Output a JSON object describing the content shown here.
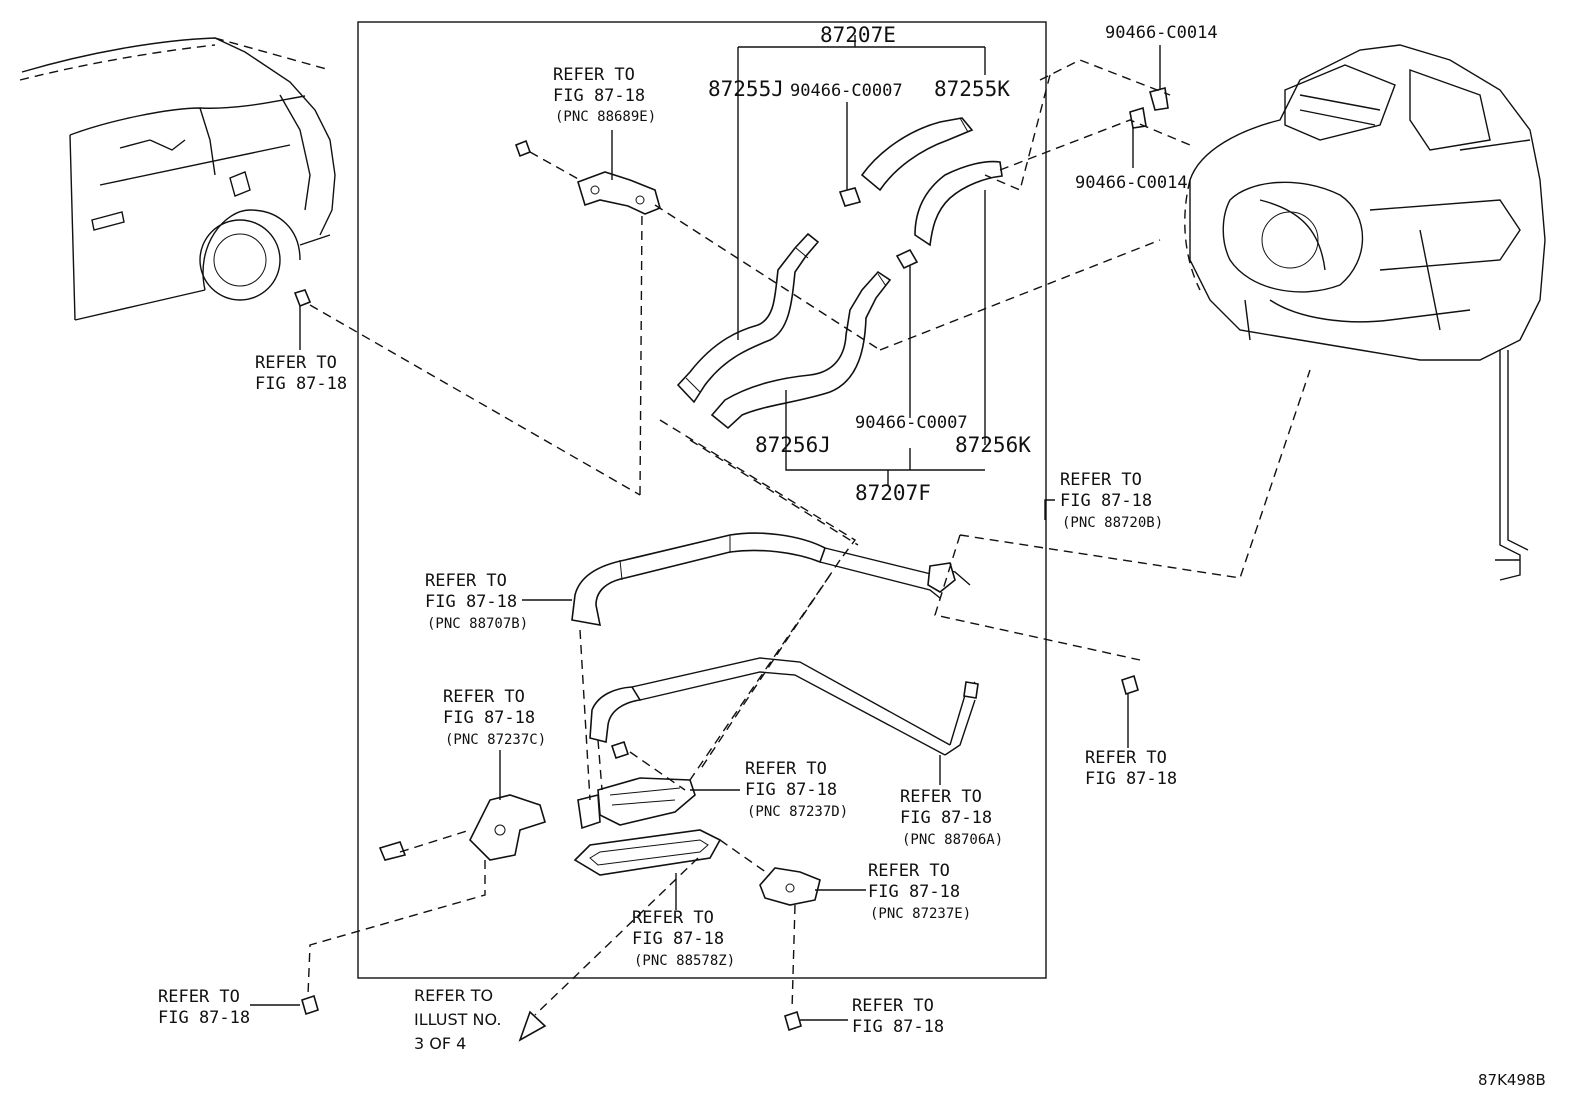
{
  "diagram": {
    "code": "87K498B",
    "groups": {
      "upper_kit": "87207E",
      "lower_kit": "87207F"
    },
    "parts": {
      "hose_a": "87255J",
      "clip_top": "90466-C0007",
      "hose_b": "87255K",
      "hose_c": "87256J",
      "clip_mid": "90466-C0007",
      "hose_d": "87256K",
      "clip_right_top": "90466-C0014",
      "clip_right_bottom": "90466-C0014"
    },
    "refs": {
      "refer_to": "REFER TO",
      "fig": "FIG 87-18",
      "pnc_88689e": "(PNC 88689E)",
      "pnc_88720b": "(PNC 88720B)",
      "pnc_88707b": "(PNC 88707B)",
      "pnc_87237c": "(PNC 87237C)",
      "pnc_87237d": "(PNC 87237D)",
      "pnc_88706a": "(PNC 88706A)",
      "pnc_87237e": "(PNC 87237E)",
      "pnc_88578z": "(PNC 88578Z)",
      "illust_line1": "REFER TO",
      "illust_line2": "ILLUST NO.",
      "illust_line3": "3 OF 4"
    }
  }
}
